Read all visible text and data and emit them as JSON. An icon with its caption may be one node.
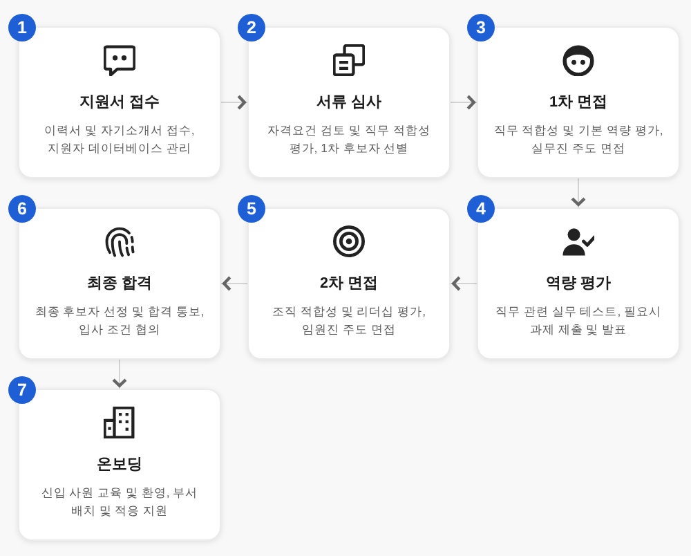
{
  "diagram": {
    "nodes": [
      {
        "text": [
          "1",
          "지원서 접수",
          "이력서 및 자기소개서 접수, 지원자 데이터베이스 관리"
        ]
      },
      {
        "text": [
          "2",
          "서류 심사",
          "자격요건 검토 및 직무 적합성 평가, 1차 후보자 선별"
        ]
      },
      {
        "text": [
          "3",
          "1차 면접",
          "직무 적합성 및 기본 역량 평가, 실무진 주도 면접"
        ]
      },
      {
        "text": [
          "4",
          "역량 평가",
          "직무 관련 실무 테스트, 필요시 과제 제출 및 발표"
        ]
      },
      {
        "text": [
          "5",
          "2차 면접",
          "조직 적합성 및 리더십 평가, 임원진 주도 면접"
        ]
      },
      {
        "text": [
          "6",
          "최종 합격",
          "최종 후보자 선정 및 합격 통보, 입사 조건 협의"
        ]
      },
      {
        "text": [
          "7",
          "온보딩",
          "신입 사원 교육 및 환영, 부서 배치 및 적응 지원"
        ]
      }
    ],
    "edges": [
      {
        "from": 0,
        "to": 1,
        "arrow": "to"
      },
      {
        "from": 1,
        "to": 2,
        "arrow": "to"
      },
      {
        "from": 2,
        "to": 3,
        "arrow": "to"
      },
      {
        "from": 3,
        "to": 4,
        "arrow": "to"
      },
      {
        "from": 4,
        "to": 5,
        "arrow": "to"
      },
      {
        "from": 5,
        "to": 6,
        "arrow": "to"
      }
    ]
  }
}
